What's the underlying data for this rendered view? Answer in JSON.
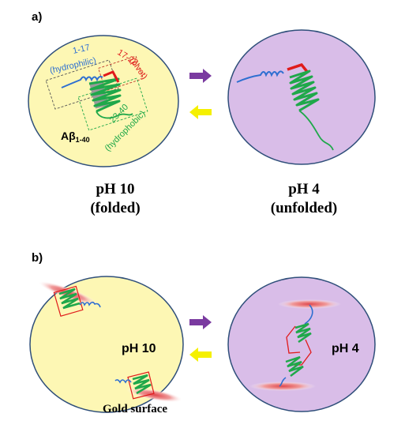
{
  "panel_a": {
    "label": "a)",
    "left_state": {
      "segment_1": {
        "range": "1-17",
        "desc": "(hydrophilic)"
      },
      "segment_2": {
        "range": "17-22",
        "desc": "(pivot)"
      },
      "segment_3": {
        "range": "23-40",
        "desc": "(hydrophobic)"
      },
      "peptide": {
        "base": "Aβ",
        "sub": "1-40"
      },
      "ph": "pH 10",
      "state": "(folded)"
    },
    "right_state": {
      "ph": "pH 4",
      "state": "(unfolded)"
    }
  },
  "panel_b": {
    "label": "b)",
    "left_ph": "pH 10",
    "right_ph": "pH 4",
    "surface_label": "Gold surface"
  },
  "colors": {
    "yellow_fill": "#fdf7b4",
    "purple_fill": "#d9bde8",
    "circle_outline": "#2f4f7a",
    "blue_segment": "#2e6fd1",
    "green_segment": "#1fa84a",
    "red_pivot": "#e01b1b",
    "forward_arrow": "#7a3aa0",
    "reverse_arrow": "#f5f000",
    "gold_surface": "#e6696b"
  },
  "icons": [
    "arrow-right-icon",
    "arrow-left-icon",
    "peptide-icon",
    "gold-surface-icon"
  ]
}
